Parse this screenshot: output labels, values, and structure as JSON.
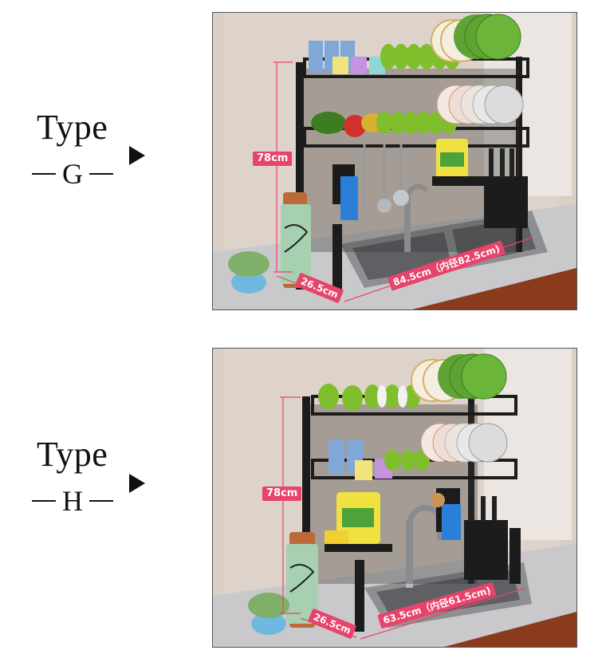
{
  "products": [
    {
      "id": "G",
      "type_word": "Type",
      "type_code": "G",
      "dimensions": {
        "height": "78cm",
        "depth": "26.5cm",
        "width": "84.5cm（内径82.5cm)"
      },
      "illustration": "three-tier dish rack over double sink"
    },
    {
      "id": "H",
      "type_word": "Type",
      "type_code": "H",
      "dimensions": {
        "height": "78cm",
        "depth": "26.5cm",
        "width": "63.5cm（内径61.5cm)"
      },
      "illustration": "three-tier dish rack over single sink"
    }
  ],
  "colors": {
    "dimension_tag": "#e8436b",
    "rack_black": "#1c1c1c",
    "wall": "#d9cfc5",
    "countertop": "#c9c9cb",
    "cabinet": "#8a3b1e"
  }
}
